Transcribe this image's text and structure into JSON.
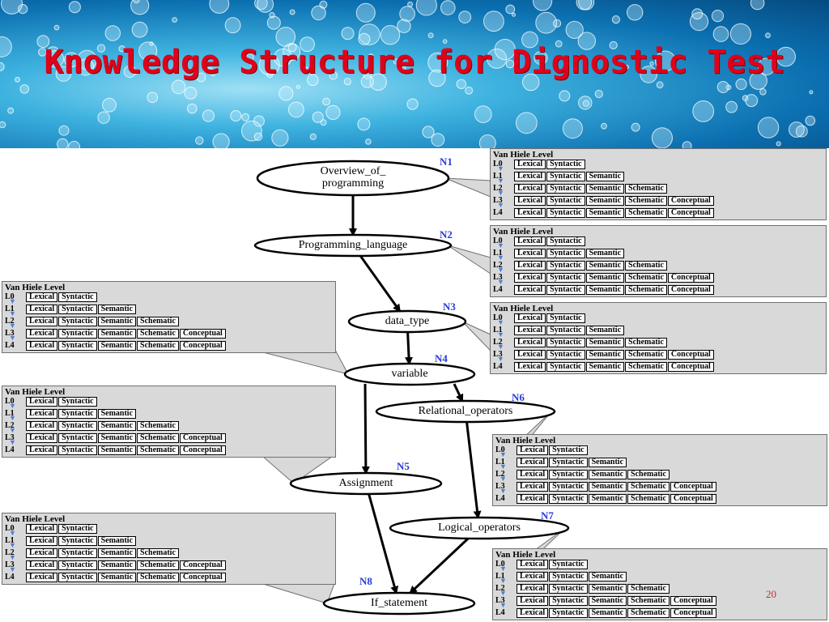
{
  "title": "Knowledge Structure for Dignostic Test",
  "page_number": "20",
  "panel_title": "Van Hiele Level",
  "levels": [
    {
      "label": "L0",
      "cells": [
        "Lexical",
        "Syntactic"
      ]
    },
    {
      "label": "L1",
      "cells": [
        "Lexical",
        "Syntactic",
        "Semantic"
      ]
    },
    {
      "label": "L2",
      "cells": [
        "Lexical",
        "Syntactic",
        "Semantic",
        "Schematic"
      ]
    },
    {
      "label": "L3",
      "cells": [
        "Lexical",
        "Syntactic",
        "Semantic",
        "Schematic",
        "Conceptual"
      ]
    },
    {
      "label": "L4",
      "cells": [
        "Lexical",
        "Syntactic",
        "Semantic",
        "Schematic",
        "Conceptual"
      ]
    }
  ],
  "nodes": [
    {
      "id": "N1",
      "label": "Overview_of_\nprogramming"
    },
    {
      "id": "N2",
      "label": "Programming_language"
    },
    {
      "id": "N3",
      "label": "data_type"
    },
    {
      "id": "N4",
      "label": "variable"
    },
    {
      "id": "N6",
      "label": "Relational_operators"
    },
    {
      "id": "N5",
      "label": "Assignment"
    },
    {
      "id": "N7",
      "label": "Logical_operators"
    },
    {
      "id": "N8",
      "label": "If_statement"
    }
  ],
  "colors": {
    "title": "#e0001b",
    "node_label": "#2a3bd6",
    "panel_bg": "#d9d9d9",
    "level_arrow": "#4f7fd0",
    "banner": "#0b6fb0"
  }
}
